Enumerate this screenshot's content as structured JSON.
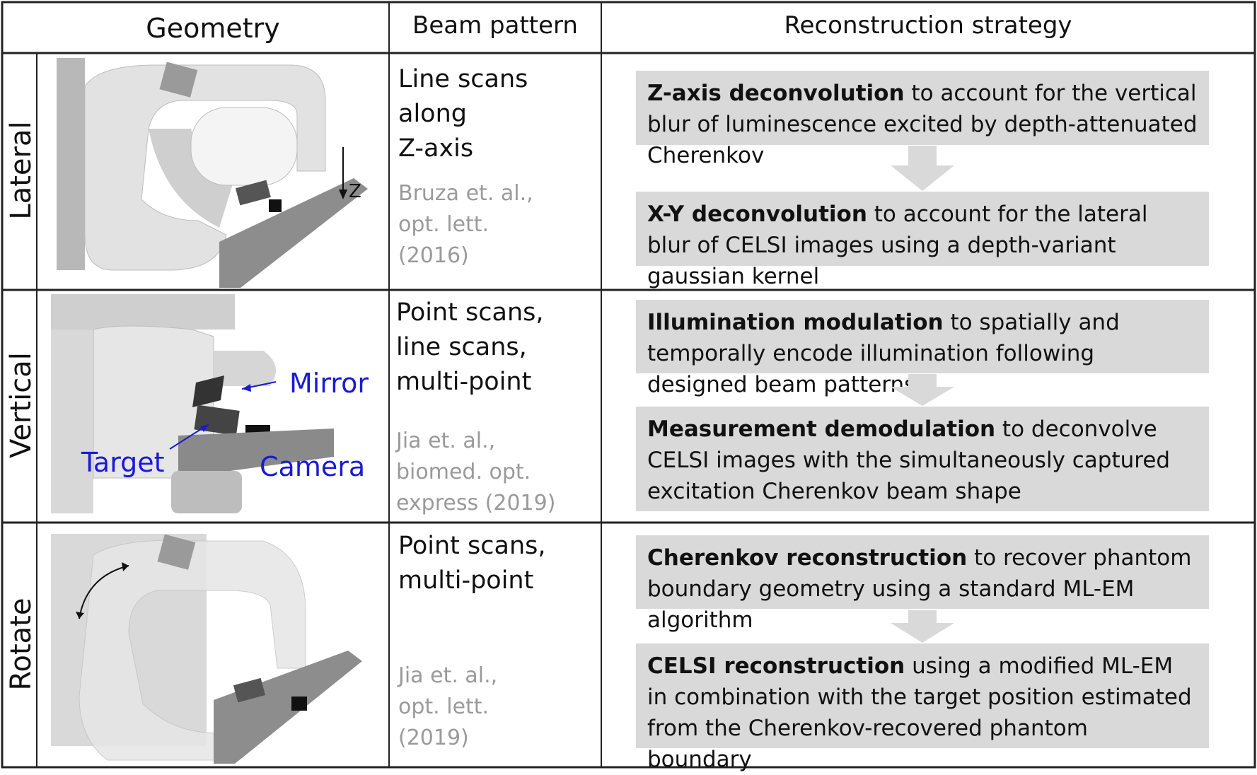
{
  "headers": {
    "geometry": "Geometry",
    "beam_pattern": "Beam pattern",
    "reconstruction": "Reconstruction strategy"
  },
  "rows": [
    {
      "label": "Lateral",
      "beam_lines": [
        "Line scans along",
        "Z-axis"
      ],
      "citation": [
        "Bruza et. al.,",
        "opt. lett.",
        "(2016)"
      ],
      "axis_label": "Z",
      "boxes": [
        {
          "bold": "Z-axis deconvolution",
          "rest": " to account for the vertical blur of luminescence excited by depth-attenuated Cherenkov"
        },
        {
          "bold": "X-Y deconvolution",
          "rest": " to account for the lateral blur of CELSI images using a depth-variant gaussian kernel"
        }
      ]
    },
    {
      "label": "Vertical",
      "beam_lines": [
        "Point scans,",
        "line scans,",
        "multi-point"
      ],
      "citation": [
        "Jia et. al.,",
        "biomed. opt.",
        "express (2019)"
      ],
      "annotations": {
        "mirror": "Mirror",
        "target": "Target",
        "camera": "Camera"
      },
      "boxes": [
        {
          "bold": "Illumination modulation",
          "rest": " to spatially and temporally encode illumination following designed beam patterns"
        },
        {
          "bold": "Measurement demodulation",
          "rest": " to deconvolve CELSI images with the simultaneously captured excitation Cherenkov beam shape"
        }
      ]
    },
    {
      "label": "Rotate",
      "beam_lines": [
        "Point scans,",
        "multi-point"
      ],
      "citation": [
        "Jia et. al.,",
        "opt. lett.",
        "(2019)"
      ],
      "boxes": [
        {
          "bold": "Cherenkov reconstruction",
          "rest": " to recover phantom boundary geometry using a standard ML-EM algorithm"
        },
        {
          "bold": "CELSI reconstruction",
          "rest": " using a modified ML-EM in combination with the target position estimated from the Cherenkov-recovered phantom boundary"
        }
      ]
    }
  ],
  "colors": {
    "box": "#d9d9d9",
    "citation": "#9a9a9a",
    "annotation": "#1a1ad6"
  }
}
